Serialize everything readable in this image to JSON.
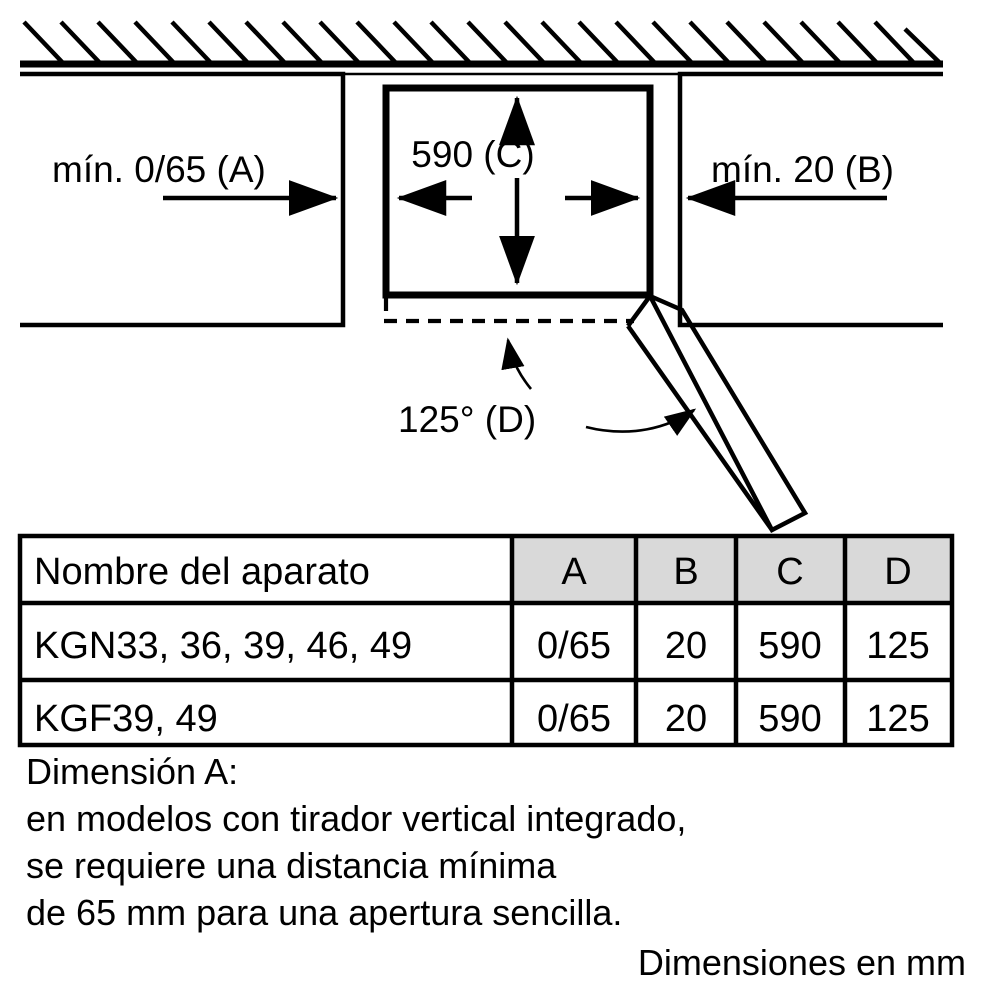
{
  "document": {
    "type": "appliance-installation-dimension-diagram",
    "units_note": "Dimensiones en mm"
  },
  "diagram": {
    "labels": {
      "left_clearance": "mín. 0/65 (A)",
      "right_clearance": "mín. 20 (B)",
      "appliance_width": "590 (C)",
      "door_angle": "125° (D)"
    },
    "icons": {
      "wall_hatching": "wall-hatch-icon",
      "left_arrow": "arrow-left-icon",
      "right_arrow": "arrow-right-icon",
      "up_arrow": "arrow-up-icon",
      "down_arrow": "arrow-down-icon",
      "curved_arrow": "curved-arrow-icon",
      "door_panel": "appliance-door-icon"
    }
  },
  "table": {
    "headers": [
      "Nombre del aparato",
      "A",
      "B",
      "C",
      "D"
    ],
    "rows": [
      {
        "name": "KGN33, 36, 39, 46, 49",
        "A": "0/65",
        "B": "20",
        "C": "590",
        "D": "125"
      },
      {
        "name": "KGF39, 49",
        "A": "0/65",
        "B": "20",
        "C": "590",
        "D": "125"
      }
    ]
  },
  "notes": {
    "line1": "Dimensión A:",
    "line2": "en modelos con tirador vertical integrado,",
    "line3": "se requiere una distancia mínima",
    "line4": "de 65 mm para una apertura sencilla.",
    "footer": "Dimensiones en mm"
  },
  "colors": {
    "ink": "#000000",
    "paper": "#ffffff",
    "header_fill": "#d9d9d9"
  }
}
